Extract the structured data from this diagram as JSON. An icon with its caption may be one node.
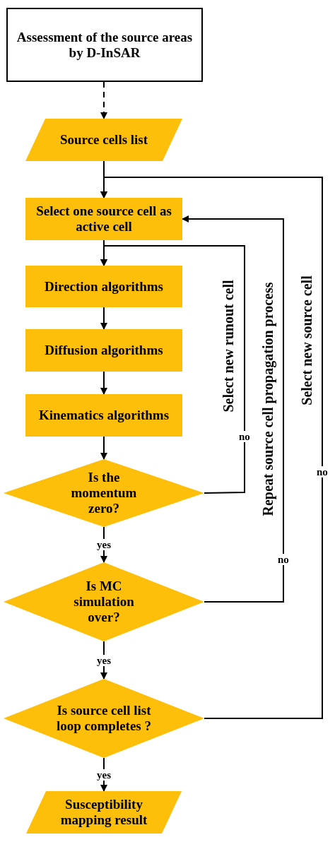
{
  "diagram": {
    "nodes": [
      {
        "text": [
          "Assessment of the source areas by D-InSAR"
        ]
      },
      {
        "text": [
          "Source cells list"
        ]
      },
      {
        "text": [
          "Select one source cell as active cell"
        ]
      },
      {
        "text": [
          "Direction algorithms"
        ]
      },
      {
        "text": [
          "Diffusion algorithms"
        ]
      },
      {
        "text": [
          "Kinematics algorithms"
        ]
      },
      {
        "text": [
          "Is the momentum zero?"
        ]
      },
      {
        "text": [
          "Is MC simulation over?"
        ]
      },
      {
        "text": [
          "Is source cell list loop completes ?"
        ]
      },
      {
        "text": [
          "Susceptibility mapping result"
        ]
      }
    ],
    "edges": [
      {
        "from": 0,
        "to": 1,
        "arrow": "to",
        "style": "dashed"
      },
      {
        "from": 1,
        "to": 2,
        "arrow": "to"
      },
      {
        "from": 2,
        "to": 3,
        "arrow": "to"
      },
      {
        "from": 3,
        "to": 4,
        "arrow": "to"
      },
      {
        "from": 4,
        "to": 5,
        "arrow": "to"
      },
      {
        "from": 5,
        "to": 6,
        "arrow": "to"
      },
      {
        "from": 6,
        "to": 7,
        "arrow": "to",
        "label": "yes"
      },
      {
        "from": 7,
        "to": 8,
        "arrow": "to",
        "label": "yes"
      },
      {
        "from": 8,
        "to": 9,
        "arrow": "to",
        "label": "yes"
      },
      {
        "from": 6,
        "to": 3,
        "arrow": "to",
        "label": "no"
      },
      {
        "from": 7,
        "to": 2,
        "arrow": "to",
        "label": "no"
      },
      {
        "from": 8,
        "to": 2,
        "arrow": "to",
        "label": "no"
      }
    ],
    "labels": [
      "Select new runout cell",
      "Repeat source cell propagation process",
      "Select new source cell"
    ]
  }
}
